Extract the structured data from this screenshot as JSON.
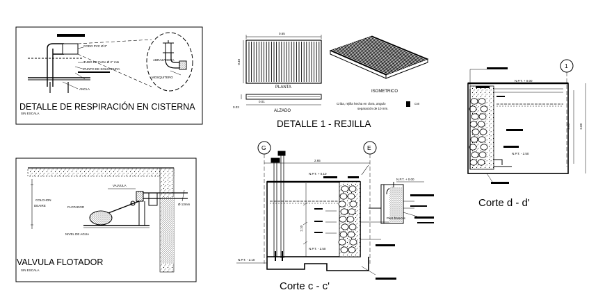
{
  "panels": {
    "respiracion": {
      "title": "DETALLE DE RESPIRACIÓN EN CISTERNA",
      "subtitle": "SIN ESCALA",
      "callouts": [
        "CODO PVC Ø 2\"",
        "TUBO DE FoGo Ø 2\" mts",
        "PUNTO DE SOLDADURA",
        "ANCLA",
        "ABRAZADERA",
        "MOSQUITERO"
      ]
    },
    "rejilla": {
      "title": "DETALLE 1 -  REJILLA",
      "plan_dim": "0.65",
      "side_dim": "0.40",
      "plan_label": "PLANTA",
      "elev_dim": "0.01",
      "elev_side": "0.03",
      "elev_label": "ALZADO",
      "iso_label": "ISOMETRICO",
      "note_line1": "Criba, rejilla hecha en clora, angulo",
      "note_line2": "con",
      "note_line3": "separación de 10 mm."
    },
    "valvula": {
      "title": "VALVULA FLOTADOR",
      "subtitle": "SIN ESCALA",
      "label_valvula": "VALVULA",
      "label_colchon": "COLCHON",
      "label_deaire": "DEAIRE",
      "label_flotador": "FLOTADOR",
      "label_nivel": "NIVEL DE AGUA",
      "label_diam": "Ø 13mm"
    },
    "corte_cc": {
      "title": "Corte c - c'",
      "axis_g": "G",
      "axis_e": "E",
      "top_dim": "2.65",
      "npt_top": "N.P.T. + 0.10",
      "npt_right": "N.P.T. + 0.00",
      "height_dim": "2.10",
      "npt_bottom": "N.P.T. - 2.50",
      "npt_left": "N.P.T. - 2.10",
      "label_basura": "Para basuras"
    },
    "corte_dd": {
      "title": "Corte d - d'",
      "axis": "1",
      "npt_top": "N.P.T. + 0.00",
      "npt_bottom": "N.P.T. - 2.50",
      "dim_inner": "2.05",
      "dim_outer": "2.60"
    }
  }
}
